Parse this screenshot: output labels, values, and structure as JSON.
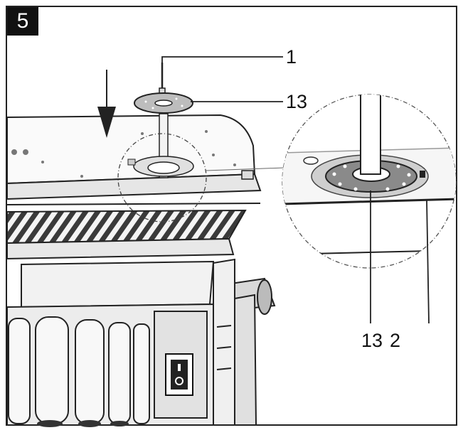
{
  "figure": {
    "step_number": "5",
    "callouts": {
      "c1": "1",
      "c13_top": "13",
      "c13_bottom": "13",
      "c2": "2"
    }
  }
}
